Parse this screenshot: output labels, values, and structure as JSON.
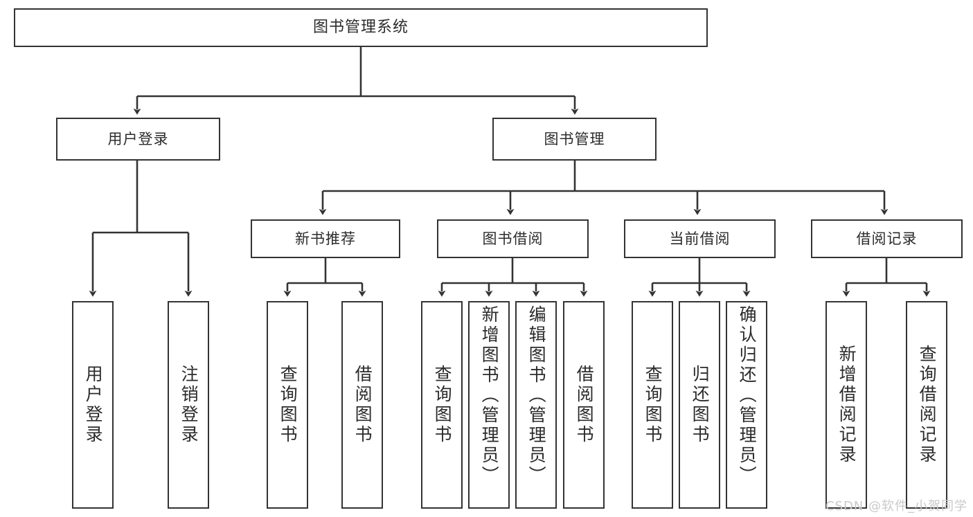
{
  "diagram": {
    "type": "tree",
    "title": "图书管理系统",
    "watermark": "CSDN @软件_小贺同学",
    "colors": {
      "box_border": "#333333",
      "box_fill": "#ffffff",
      "connector": "#333333",
      "text": "#2b2b2b",
      "watermark": "#c9c9c9"
    },
    "levels": [
      {
        "level": 1,
        "nodes": [
          {
            "id": "root",
            "label": "图书管理系统",
            "orientation": "horizontal"
          }
        ]
      },
      {
        "level": 2,
        "nodes": [
          {
            "id": "login",
            "label": "用户登录",
            "orientation": "horizontal",
            "parent": "root"
          },
          {
            "id": "bookmgmt",
            "label": "图书管理",
            "orientation": "horizontal",
            "parent": "root"
          }
        ]
      },
      {
        "level": 3,
        "nodes": [
          {
            "id": "newbook",
            "label": "新书推荐",
            "orientation": "horizontal",
            "parent": "bookmgmt"
          },
          {
            "id": "borrow",
            "label": "图书借阅",
            "orientation": "horizontal",
            "parent": "bookmgmt"
          },
          {
            "id": "current",
            "label": "当前借阅",
            "orientation": "horizontal",
            "parent": "bookmgmt"
          },
          {
            "id": "records",
            "label": "借阅记录",
            "orientation": "horizontal",
            "parent": "bookmgmt"
          }
        ]
      },
      {
        "level": 4,
        "nodes": [
          {
            "id": "leaf1",
            "label": "用户登录",
            "orientation": "vertical",
            "parent": "login"
          },
          {
            "id": "leaf2",
            "label": "注销登录",
            "orientation": "vertical",
            "parent": "login"
          },
          {
            "id": "leaf3",
            "label": "查询图书",
            "orientation": "vertical",
            "parent": "newbook"
          },
          {
            "id": "leaf4",
            "label": "借阅图书",
            "orientation": "vertical",
            "parent": "newbook"
          },
          {
            "id": "leaf5",
            "label": "查询图书",
            "orientation": "vertical",
            "parent": "borrow"
          },
          {
            "id": "leaf6",
            "label": "新增图书（管理员）",
            "orientation": "vertical",
            "parent": "borrow"
          },
          {
            "id": "leaf7",
            "label": "编辑图书（管理员）",
            "orientation": "vertical",
            "parent": "borrow"
          },
          {
            "id": "leaf8",
            "label": "借阅图书",
            "orientation": "vertical",
            "parent": "borrow"
          },
          {
            "id": "leaf9",
            "label": "查询图书",
            "orientation": "vertical",
            "parent": "current"
          },
          {
            "id": "leaf10",
            "label": "归还图书",
            "orientation": "vertical",
            "parent": "current"
          },
          {
            "id": "leaf11",
            "label": "确认归还（管理员）",
            "orientation": "vertical",
            "parent": "current"
          },
          {
            "id": "leaf12",
            "label": "新增借阅记录",
            "orientation": "vertical",
            "parent": "records"
          },
          {
            "id": "leaf13",
            "label": "查询借阅记录",
            "orientation": "vertical",
            "parent": "records"
          }
        ]
      }
    ]
  }
}
